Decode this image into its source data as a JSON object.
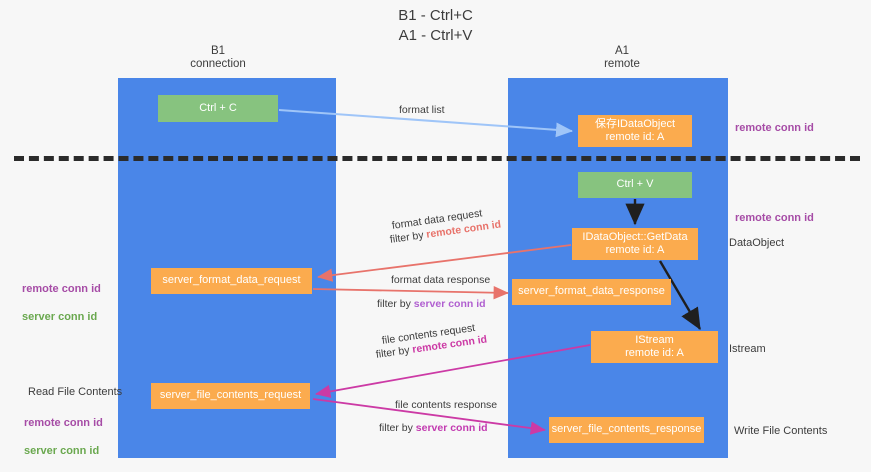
{
  "title": "B1 - Ctrl+C\nA1 - Ctrl+V",
  "lanes": [
    {
      "id": "b1",
      "label": "B1\nconnection"
    },
    {
      "id": "a1",
      "label": "A1\nremote"
    }
  ],
  "nodes": [
    {
      "id": "ctrl-c",
      "label": "Ctrl + C",
      "color": "#87c37f"
    },
    {
      "id": "idataobject",
      "label": "保存IDataObject\nremote id: A",
      "color": "#fbab4e"
    },
    {
      "id": "ctrl-v",
      "label": "Ctrl + V",
      "color": "#87c37f"
    },
    {
      "id": "getdata",
      "label": "IDataObject::GetData\nremote id: A",
      "color": "#fbab4e"
    },
    {
      "id": "server-format-data-request",
      "label": "server_format_data_request",
      "color": "#fbab4e"
    },
    {
      "id": "server-format-data-response",
      "label": "server_format_data_response",
      "color": "#fbab4e"
    },
    {
      "id": "istream",
      "label": "IStream\nremote id: A",
      "color": "#fbab4e"
    },
    {
      "id": "server-file-contents-request",
      "label": "server_file_contents_request",
      "color": "#fbab4e"
    },
    {
      "id": "server-file-contents-response",
      "label": "server_file_contents_response",
      "color": "#fbab4e"
    }
  ],
  "edge_labels": {
    "format_list": "format list",
    "format_data_request": "format data request",
    "format_data_request_filter_prefix": "filter by ",
    "format_data_request_filter_key": "remote conn id",
    "format_data_response": "format data response",
    "format_data_response_filter_prefix": "filter by ",
    "format_data_response_filter_key": "server conn id",
    "file_contents_request": "file contents request",
    "file_contents_request_filter_prefix": "filter by ",
    "file_contents_request_filter_key": "remote conn id",
    "file_contents_response": "file contents response",
    "file_contents_response_filter_prefix": "filter by ",
    "file_contents_response_filter_key": "server conn id"
  },
  "annotations": {
    "right_remote_conn_id_top": "remote conn id",
    "right_remote_conn_id_mid": "remote conn id",
    "right_dataobject": "DataObject",
    "right_istream": "Istream",
    "right_write_file_contents": "Write File Contents",
    "left_remote_conn_id": "remote conn id",
    "left_server_conn_id": "server conn id",
    "left_read_file_contents": "Read File Contents",
    "left_remote_conn_id_2": "remote conn id",
    "left_server_conn_id_2": "server conn id"
  },
  "colors": {
    "lane": "#4a86e8",
    "green_node": "#87c37f",
    "orange_node": "#fbab4e",
    "purple": "#a64ca6",
    "green_text": "#6aa84f",
    "edge_blue": "#9fc5f8",
    "edge_red": "#e8736b",
    "edge_magenta": "#cc3aa5",
    "edge_black": "#1f1f1f",
    "background": "#f7f7f7"
  }
}
